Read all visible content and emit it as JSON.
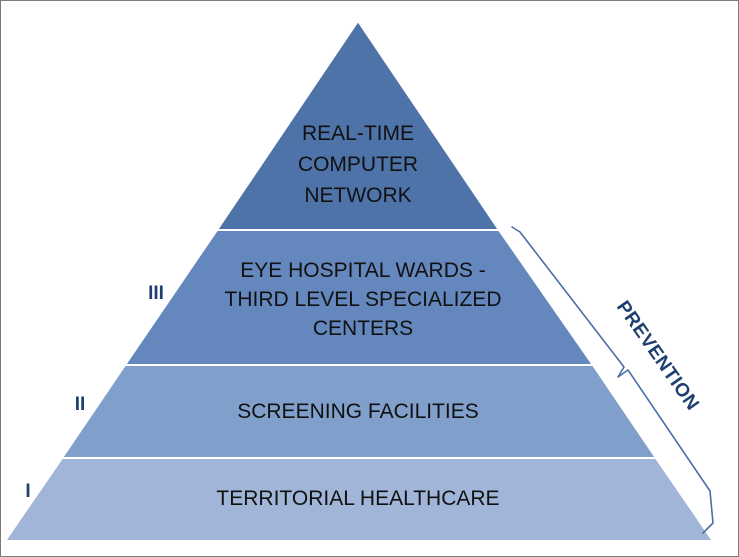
{
  "pyramid": {
    "levels": [
      {
        "name": "network",
        "lines": [
          "REAL-TIME",
          "COMPUTER",
          "NETWORK"
        ],
        "roman": "",
        "color": "#4d73a8"
      },
      {
        "name": "hospital",
        "lines": [
          "EYE HOSPITAL WARDS -",
          "THIRD LEVEL SPECIALIZED",
          "CENTERS"
        ],
        "roman": "III",
        "color": "#6487bd"
      },
      {
        "name": "screening",
        "lines": [
          "SCREENING FACILITIES"
        ],
        "roman": "II",
        "color": "#819fcb"
      },
      {
        "name": "territorial",
        "lines": [
          "TERRITORIAL HEALTHCARE"
        ],
        "roman": "I",
        "color": "#a0b5d8"
      }
    ]
  },
  "brace": {
    "label": "PREVENTION",
    "color": "#4a6fa5"
  },
  "colors": {
    "outline": "#ffffff",
    "text": "#111111",
    "roman": "#1f3f6e"
  }
}
